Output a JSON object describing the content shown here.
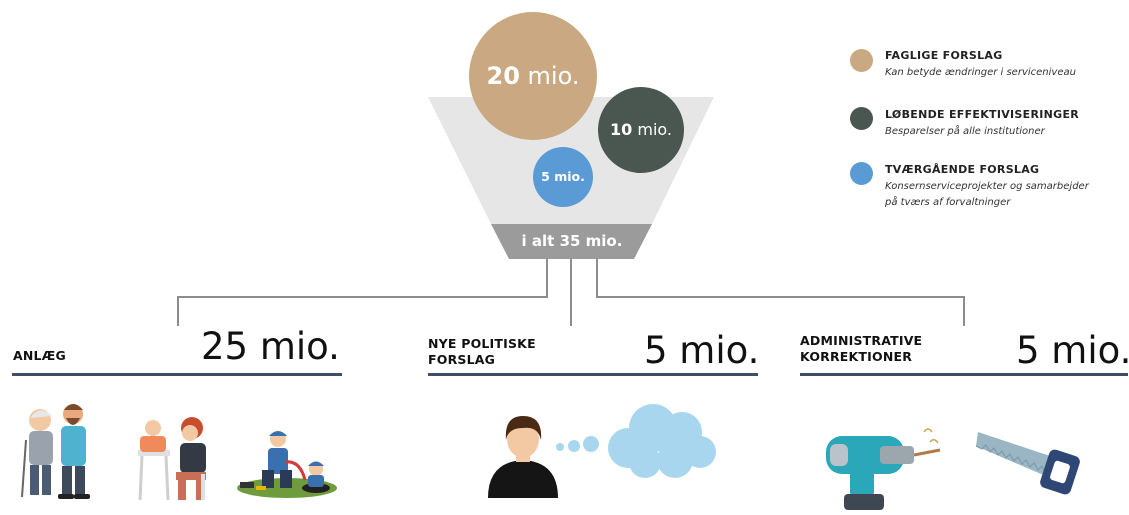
{
  "funnel": {
    "bubbles": [
      {
        "id": "faglige",
        "number": "20",
        "unit": " mio.",
        "color": "#c9a882"
      },
      {
        "id": "loebende",
        "number": "10",
        "unit": " mio.",
        "color": "#4a5650"
      },
      {
        "id": "tvaergaaende",
        "number": "5",
        "unit": " mio.",
        "color": "#5b9bd5"
      }
    ],
    "total_label": "i alt 35 mio."
  },
  "legend": [
    {
      "title": "FAGLIGE FORSLAG",
      "desc": [
        "Kan betyde ændringer i serviceniveau"
      ],
      "color": "#c9a882"
    },
    {
      "title": "LØBENDE EFFEKTIVISERINGER",
      "desc": [
        "Besparelser på alle institutioner"
      ],
      "color": "#4a5650"
    },
    {
      "title": "TVÆRGÅENDE FORSLAG",
      "desc": [
        "Konsernserviceprojekter og samarbejder",
        "på tværs af forvaltninger"
      ],
      "color": "#5b9bd5"
    }
  ],
  "categories": [
    {
      "title_lines": [
        "ANLÆG"
      ],
      "amount": "25 mio."
    },
    {
      "title_lines": [
        "NYE POLITISKE",
        "FORSLAG"
      ],
      "amount": "5 mio."
    },
    {
      "title_lines": [
        "ADMINISTRATIVE",
        "KORREKTIONER"
      ],
      "amount": "5 mio."
    }
  ],
  "illustrations": [
    "elderly-care-illustration-icon",
    "child-care-illustration-icon",
    "road-workers-illustration-icon",
    "thinking-person-illustration-icon",
    "thought-cloud-icon",
    "drill-icon",
    "saw-icon"
  ]
}
